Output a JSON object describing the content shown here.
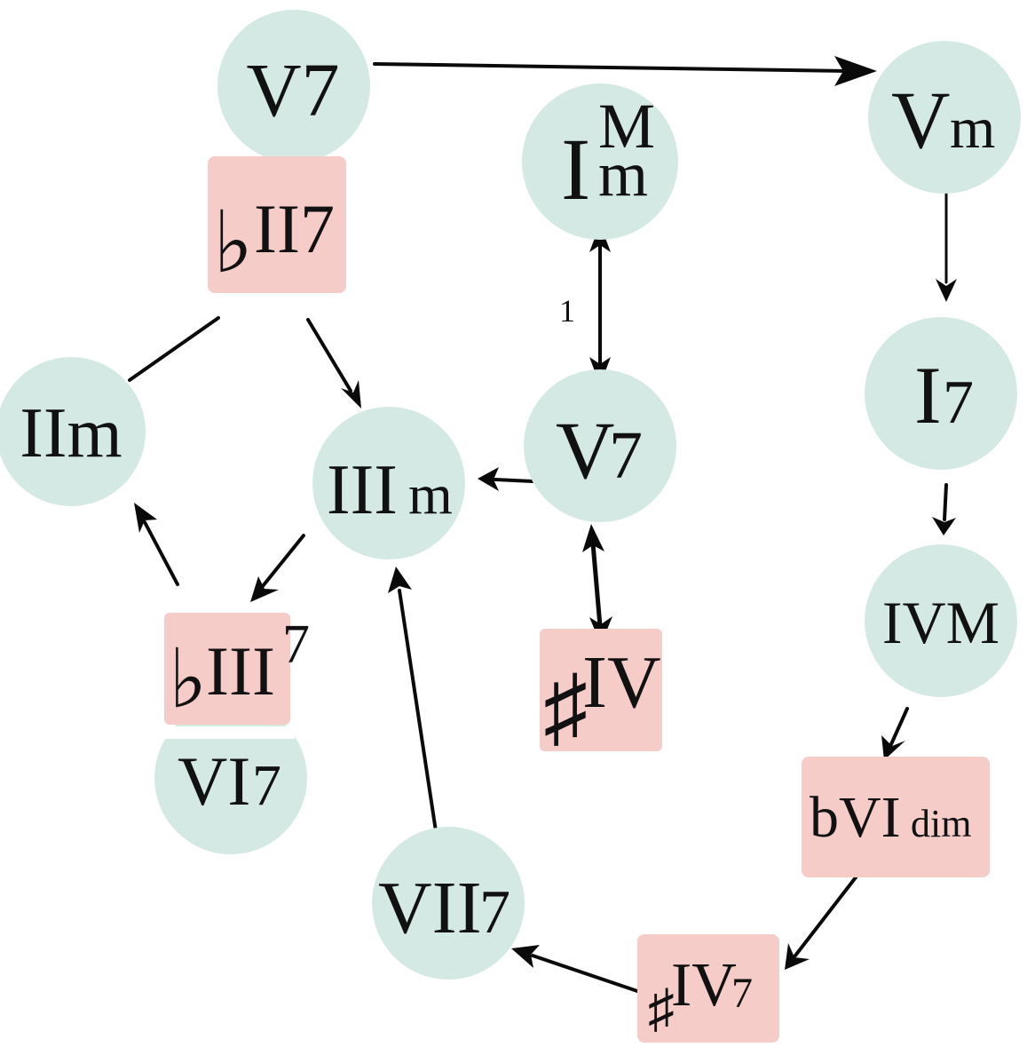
{
  "colors": {
    "circle_fill": "#d5e9e4",
    "box_fill": "#f6ccc9",
    "ink": "#0a0a0a"
  },
  "nodes": {
    "v7_top": {
      "main": "V7"
    },
    "flat_ii7": {
      "accidental": "♭",
      "main": "II7"
    },
    "i_maj_min": {
      "main": "I",
      "sup": "M",
      "sub": "m"
    },
    "vm": {
      "main": "V",
      "suffix": "m"
    },
    "i7": {
      "main": "I",
      "suffix": "7"
    },
    "iim": {
      "main": "IIm"
    },
    "iiim": {
      "main": "III",
      "suffix": "m"
    },
    "v7_mid": {
      "main": "V",
      "suffix": "7"
    },
    "ivm": {
      "main": "IVM"
    },
    "flat_iii7": {
      "accidental": "♭",
      "main": "III",
      "sup": "7"
    },
    "vi7": {
      "main": "VI",
      "suffix": "7"
    },
    "sharp_iv": {
      "accidental": "♯",
      "main": "IV"
    },
    "bvi_dim": {
      "main": "bVI",
      "sub": "dim"
    },
    "vii7": {
      "main": "VII",
      "suffix": "7"
    },
    "sharp_iv7": {
      "accidental": "♯",
      "main": "IV",
      "sub": "7"
    }
  },
  "edge_labels": {
    "i_to_v7": "1"
  }
}
